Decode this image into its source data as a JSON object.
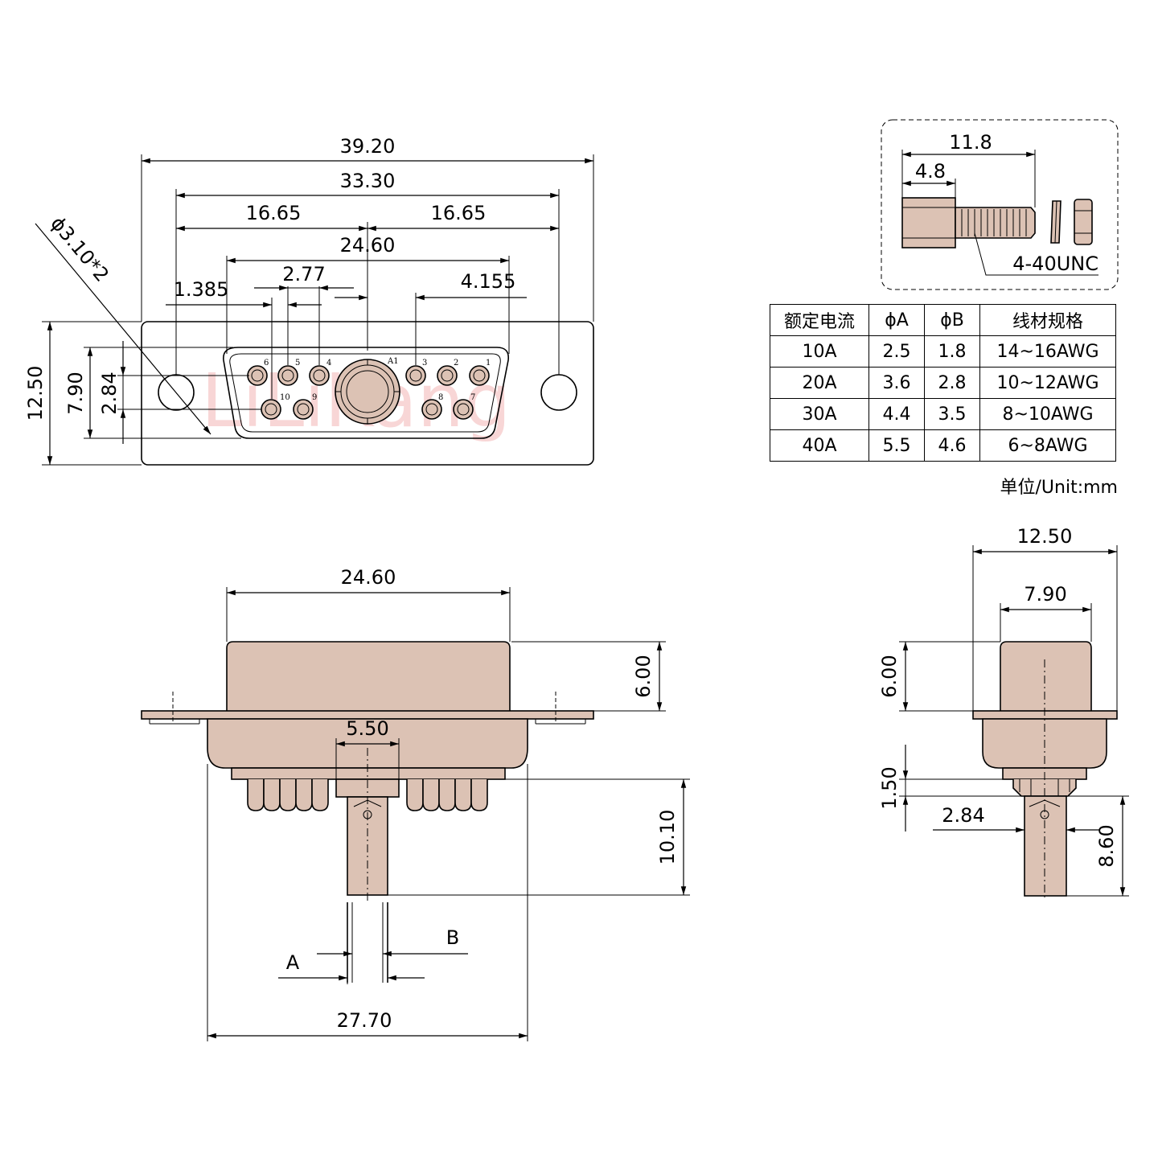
{
  "watermark": "LiLiKang",
  "front_view": {
    "dimensions": {
      "overall_width": "39.20",
      "mount_hole_spacing": "33.30",
      "half_left": "16.65",
      "half_right": "16.65",
      "shell_width": "24.60",
      "pin_pitch": "2.77",
      "offset_left": "1.385",
      "offset_right": "4.155",
      "mount_hole_diameter": "ϕ3.10*2",
      "overall_height": "12.50",
      "shell_height": "7.90",
      "row_spacing": "2.84"
    },
    "pin_labels": [
      "6",
      "5",
      "4",
      "A1",
      "3",
      "2",
      "1",
      "10",
      "9",
      "8",
      "7"
    ]
  },
  "side_view": {
    "dimensions": {
      "shell_width": "24.60",
      "shell_depth": "6.00",
      "contact_width": "5.50",
      "tail_length": "10.10",
      "body_width": "27.70",
      "label_a": "A",
      "label_b": "B"
    }
  },
  "end_view": {
    "dimensions": {
      "overall_height": "12.50",
      "shell_height": "7.90",
      "shell_depth": "6.00",
      "standoff": "1.50",
      "row_spacing": "2.84",
      "tail_length": "8.60"
    }
  },
  "screw_detail": {
    "total_length": "11.8",
    "hex_length": "4.8",
    "thread": "4-40UNC"
  },
  "spec_table": {
    "headers": [
      "额定电流",
      "ϕA",
      "ϕB",
      "线材规格"
    ],
    "rows": [
      [
        "10A",
        "2.5",
        "1.8",
        "14~16AWG"
      ],
      [
        "20A",
        "3.6",
        "2.8",
        "10~12AWG"
      ],
      [
        "30A",
        "4.4",
        "3.5",
        "8~10AWG"
      ],
      [
        "40A",
        "5.5",
        "4.6",
        "6~8AWG"
      ]
    ]
  },
  "unit_note": "单位/Unit:mm"
}
